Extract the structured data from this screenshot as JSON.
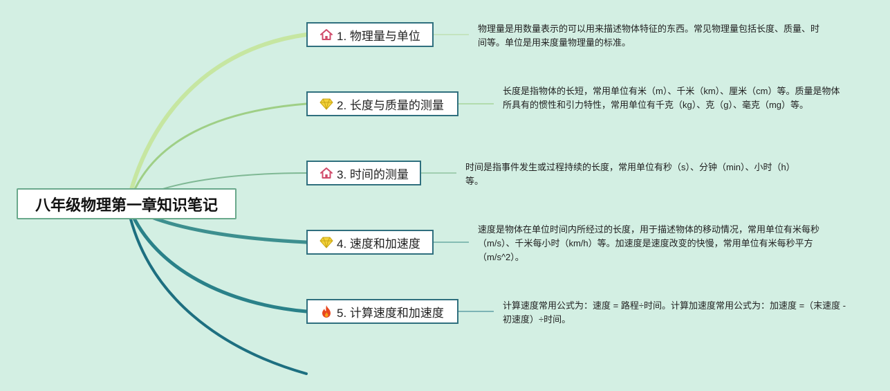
{
  "root": {
    "label": "八年级物理第一章知识笔记"
  },
  "topics": [
    {
      "label": "1. 物理量与单位",
      "icon": "house-icon",
      "note": "物理量是用数量表示的可以用来描述物体特征的东西。常见物理量包括长度、质量、时间等。单位是用来度量物理量的标准。"
    },
    {
      "label": "2. 长度与质量的测量",
      "icon": "diamond-icon",
      "note": "长度是指物体的长短，常用单位有米（m）、千米（km）、厘米（cm）等。质量是物体所具有的惯性和引力特性，常用单位有千克（kg）、克（g）、毫克（mg）等。"
    },
    {
      "label": "3. 时间的测量",
      "icon": "house-icon",
      "note": "时间是指事件发生或过程持续的长度，常用单位有秒（s）、分钟（min）、小时（h）等。"
    },
    {
      "label": "4. 速度和加速度",
      "icon": "diamond-icon",
      "note": "速度是物体在单位时间内所经过的长度，用于描述物体的移动情况，常用单位有米每秒（m/s）、千米每小时（km/h）等。加速度是速度改变的快慢，常用单位有米每秒平方（m/s^2）。"
    },
    {
      "label": "5. 计算速度和加速度",
      "icon": "fire-icon",
      "note": "计算速度常用公式为：速度 = 路程÷时间。计算加速度常用公式为：加速度 =（末速度 - 初速度）÷时间。"
    }
  ],
  "colors": {
    "background": "#d3efe3",
    "branch_1": "#c6e6a1",
    "branch_2": "#9fcf86",
    "branch_3": "#7fb894",
    "branch_4": "#3d8f8f",
    "branch_5": "#2a8189",
    "branch_6": "#1d6f80",
    "topic_border": "#2f6f7e",
    "house_icon": "#d04a6a",
    "diamond_icon": "#f3d23a",
    "fire_icon": "#e8471f"
  }
}
